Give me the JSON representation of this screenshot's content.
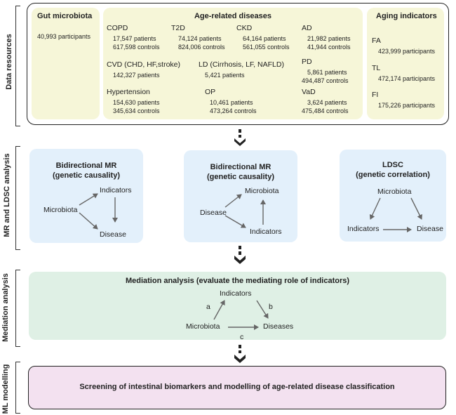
{
  "side_labels": {
    "data_resources": "Data resources",
    "mr_ldsc": "MR and LDSC analysis",
    "mediation": "Mediation analysis",
    "ml": "ML modelling"
  },
  "gut_microbiota": {
    "title": "Gut microbiota",
    "participants": "40,993 participants"
  },
  "age_related": {
    "title": "Age-related diseases",
    "copd": {
      "name": "COPD",
      "line1": "17,547 patients",
      "line2": "617,598 controls"
    },
    "t2d": {
      "name": "T2D",
      "line1": "74,124 patients",
      "line2": "824,006 controls"
    },
    "ckd": {
      "name": "CKD",
      "line1": "64,164 patients",
      "line2": "561,055 controls"
    },
    "ad": {
      "name": "AD",
      "line1": "21,982 patients",
      "line2": "41,944 controls"
    },
    "cvd": {
      "name": "CVD (CHD, HF,stroke)",
      "line1": "142,327 patients"
    },
    "ld": {
      "name": "LD (Cirrhosis, LF, NAFLD)",
      "line1": "5,421 patients"
    },
    "pd": {
      "name": "PD",
      "line1": "5,861 patients",
      "line2": "494,487 controls"
    },
    "hypertension": {
      "name": "Hypertension",
      "line1": "154,630 patients",
      "line2": "345,634 controls"
    },
    "op": {
      "name": "OP",
      "line1": "10,461 patients",
      "line2": "473,264 controls"
    },
    "vad": {
      "name": "VaD",
      "line1": "3,624 patients",
      "line2": "475,484 controls"
    }
  },
  "aging_indicators": {
    "title": "Aging indicators",
    "fa": {
      "name": "FA",
      "line1": "423,999 participants"
    },
    "tl": {
      "name": "TL",
      "line1": "472,174 participants"
    },
    "fi": {
      "name": "FI",
      "line1": "175,226 participants"
    }
  },
  "mr1": {
    "title1": "Bidirectional MR",
    "title2": "(genetic causality)",
    "microbiota": "Microbiota",
    "indicators": "Indicators",
    "disease": "Disease"
  },
  "mr2": {
    "title1": "Bidirectional MR",
    "title2": "(genetic causality)",
    "microbiota": "Microbiota",
    "disease": "Disease",
    "indicators": "Indicators"
  },
  "ldsc": {
    "title1": "LDSC",
    "title2": "(genetic correlation)",
    "microbiota": "Microbiota",
    "indicators": "Indicators",
    "disease": "Disease"
  },
  "mediation": {
    "title": "Mediation analysis (evaluate the mediating role of indicators)",
    "indicators": "Indicators",
    "microbiota": "Microbiota",
    "diseases": "Diseases",
    "a": "a",
    "b": "b",
    "c": "c"
  },
  "ml": {
    "title": "Screening of intestinal biomarkers and modelling of age-related disease classification"
  },
  "colors": {
    "yellow_panel": "#f6f6d8",
    "blue_panel": "#e3f0fb",
    "green_panel": "#dff0e5",
    "pink_panel": "#f3e1f0",
    "arrow": "#666666"
  }
}
